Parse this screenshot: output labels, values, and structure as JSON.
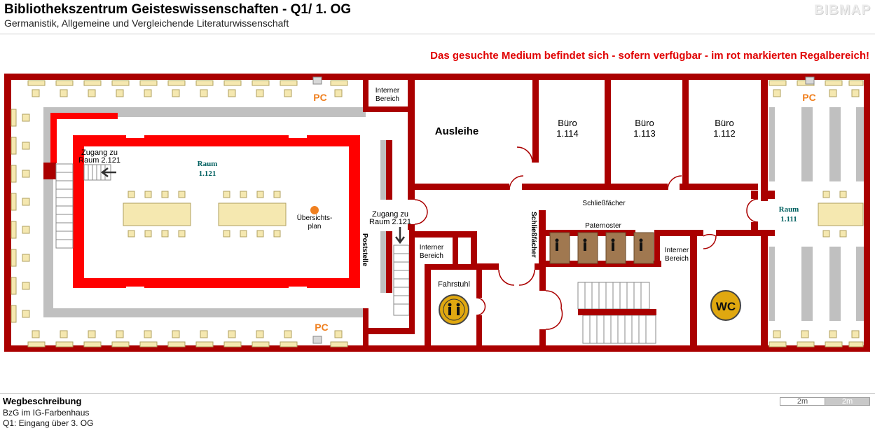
{
  "header": {
    "title": "Bibliothekszentrum Geisteswissenschaften - Q1/ 1. OG",
    "subtitle": "Germanistik, Allgemeine und Vergleichende Literaturwissenschaft",
    "logo": "BIBMAP"
  },
  "notice": "Das gesuchte Medium befindet sich - sofern verfügbar -  im rot markierten Regalbereich!",
  "map": {
    "pc_label": "PC",
    "interner_bereich_line1": "Interner",
    "interner_bereich_line2": "Bereich",
    "ausleihe": "Ausleihe",
    "buero_label": "Büro",
    "buero_1": "1.114",
    "buero_2": "1.113",
    "buero_3": "1.112",
    "zugang_line1": "Zugang zu",
    "zugang_line2": "Raum 2.121",
    "raum_label": "Raum",
    "raum_1121": "1.121",
    "raum_1111": "1.111",
    "uebersicht_line1": "Übersichts-",
    "uebersicht_line2": "plan",
    "schliessfaecher": "Schließfächer",
    "paternoster": "Paternoster",
    "poststelle": "Poststelle",
    "fahrstuhl": "Fahrstuhl",
    "wc": "WC",
    "accent_color": "#b00000",
    "highlight_color": "#ff0000",
    "shelf_color": "#c0c0c0"
  },
  "route": {
    "heading": "Wegbeschreibung",
    "line1": "BzG im IG-Farbenhaus",
    "line2": "Q1: Eingang über 3. OG"
  },
  "scale": {
    "left": "2m",
    "right": "2m"
  }
}
